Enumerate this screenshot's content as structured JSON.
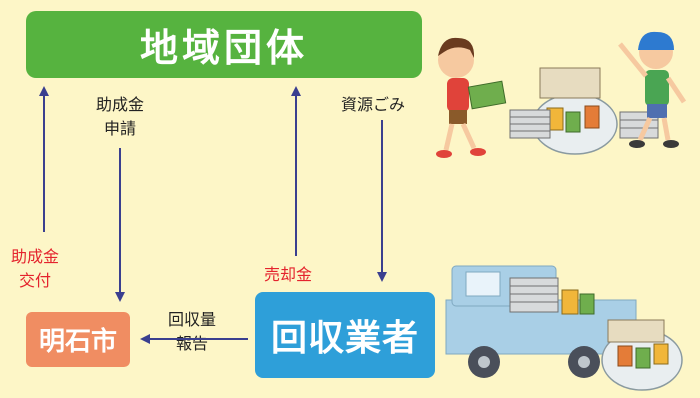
{
  "nodes": {
    "group": "地域団体",
    "city": "明石市",
    "collector": "回収業者"
  },
  "labels": {
    "subsidy_apply": [
      "助成金",
      "申請"
    ],
    "resources": "資源ごみ",
    "subsidy_grant": [
      "助成金",
      "交付"
    ],
    "sale_money": "売却金",
    "collection_report": [
      "回収量",
      "報告"
    ]
  },
  "icons": [
    "children-with-recyclables",
    "recycling-truck"
  ],
  "colors": {
    "background": "#fdf6c7",
    "group": "#56b33f",
    "city": "#f08d62",
    "collector": "#2e9fd9",
    "arrow": "#3a3f8f",
    "money_text": "#e4232d"
  }
}
